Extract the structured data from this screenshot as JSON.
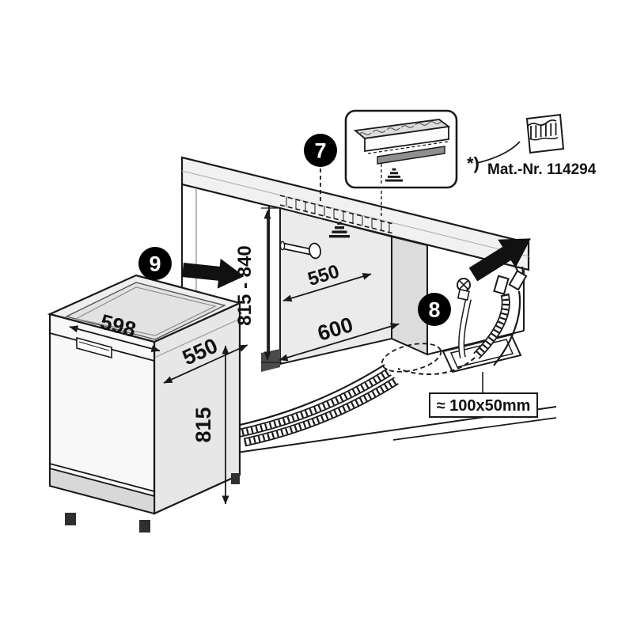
{
  "diagram": {
    "steps": {
      "seven": "7",
      "eight": "8",
      "nine": "9"
    },
    "dishwasher": {
      "width_mm": "598",
      "depth_mm": "550",
      "height_mm": "815"
    },
    "niche": {
      "height_range_mm": "815 - 840",
      "depth_mm": "550",
      "width_mm": "600"
    },
    "hose_cutout": {
      "size_label": "≈ 100x50mm"
    },
    "protective_strip_note": {
      "reference_mark": "*)",
      "material_number": "Mat.-Nr. 114294"
    },
    "colors": {
      "line": "#1a1a1a",
      "badge_background": "#000000",
      "badge_text": "#ffffff",
      "panel_light": "#f0f0f0",
      "panel_gray": "#dcdcdc",
      "strip_gray": "#8f8f8f"
    },
    "icons": {
      "package": "strip-pack-icon",
      "big_arrow": "install-direction-arrow-icon",
      "step_arrow": "push-in-arrow-icon",
      "insert_arrow": "striped-insert-arrow-icon"
    }
  }
}
